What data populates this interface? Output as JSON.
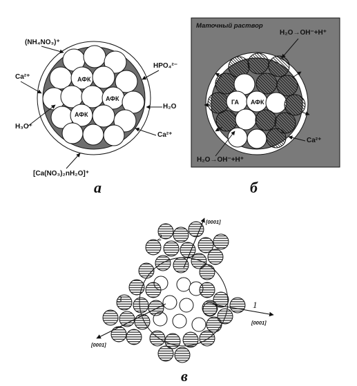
{
  "panel_a": {
    "label": "а",
    "ions": {
      "nh4no3": "(NH₄NO₃)⁺",
      "ca_left": "Ca²⁺",
      "hpo4": "HPO₄²⁻",
      "h2o": "H₂O",
      "h3o": "H₃O⁺",
      "ca_right": "Ca²⁺",
      "ca_nitrate": "[Ca(NO₃)₂nH₂O]⁺"
    },
    "core_labels": [
      "АФК",
      "АФК",
      "АФК"
    ]
  },
  "panel_b": {
    "label": "б",
    "caption": "Маточный раствор",
    "reaction_top": "H₂O→OH⁻+H⁺",
    "reaction_bottom": "H₂O→OH⁻+H⁺",
    "ca": "Ca²⁺",
    "core_labels": [
      "ГА",
      "АФК"
    ]
  },
  "panel_c": {
    "label": "в",
    "direction": "[0001]",
    "numbers": [
      "1",
      "2",
      "3"
    ]
  },
  "colors": {
    "shell": "#6e6e6e",
    "background_b": "#7a7a7a",
    "ink": "#111111",
    "ring": "#ffffff"
  }
}
